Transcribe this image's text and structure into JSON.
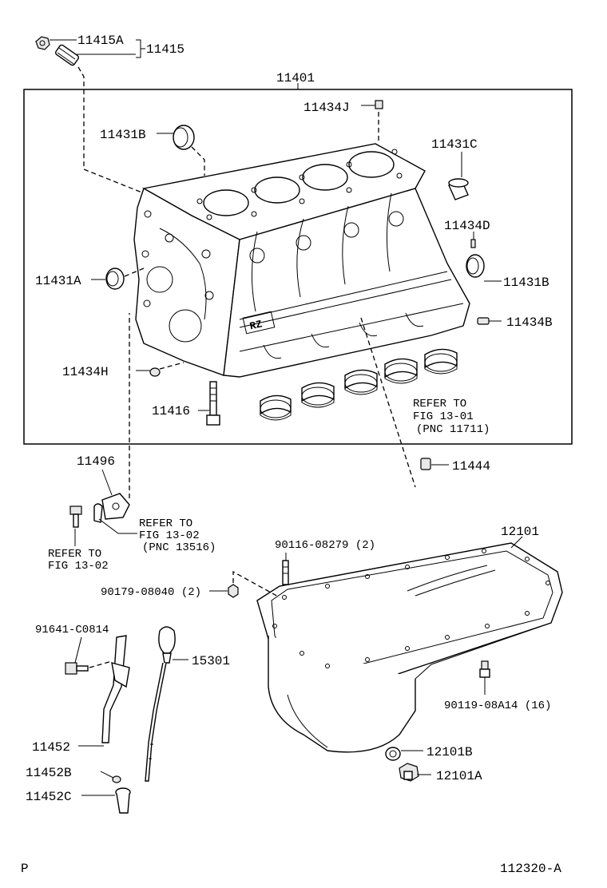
{
  "labels": {
    "p11415A": "11415A",
    "p11415": "11415",
    "p11401": "11401",
    "p11434J": "11434J",
    "p11431B_top": "11431B",
    "p11431C": "11431C",
    "p11434D": "11434D",
    "p11431B_right": "11431B",
    "p11431A": "11431A",
    "p11434B": "11434B",
    "p11434H": "11434H",
    "p11416": "11416",
    "refer_1301": [
      "REFER TO",
      "FIG 13-01",
      "(PNC 11711)"
    ],
    "p11444": "11444",
    "p11496": "11496",
    "refer_1302a": [
      "REFER TO",
      "FIG 13-02",
      "(PNC 13516)"
    ],
    "refer_1302b": [
      "REFER TO",
      "FIG 13-02"
    ],
    "p12101": "12101",
    "p90116": "90116-08279 (2)",
    "p90179": "90179-08040 (2)",
    "p91641": "91641-C0814",
    "p15301": "15301",
    "p90119": "90119-08A14 (16)",
    "p11452": "11452",
    "p11452B": "11452B",
    "p11452C": "11452C",
    "p12101B": "12101B",
    "p12101A": "12101A",
    "corner_left": "P",
    "figure_id": "112320-A"
  },
  "block_text": "RZ"
}
